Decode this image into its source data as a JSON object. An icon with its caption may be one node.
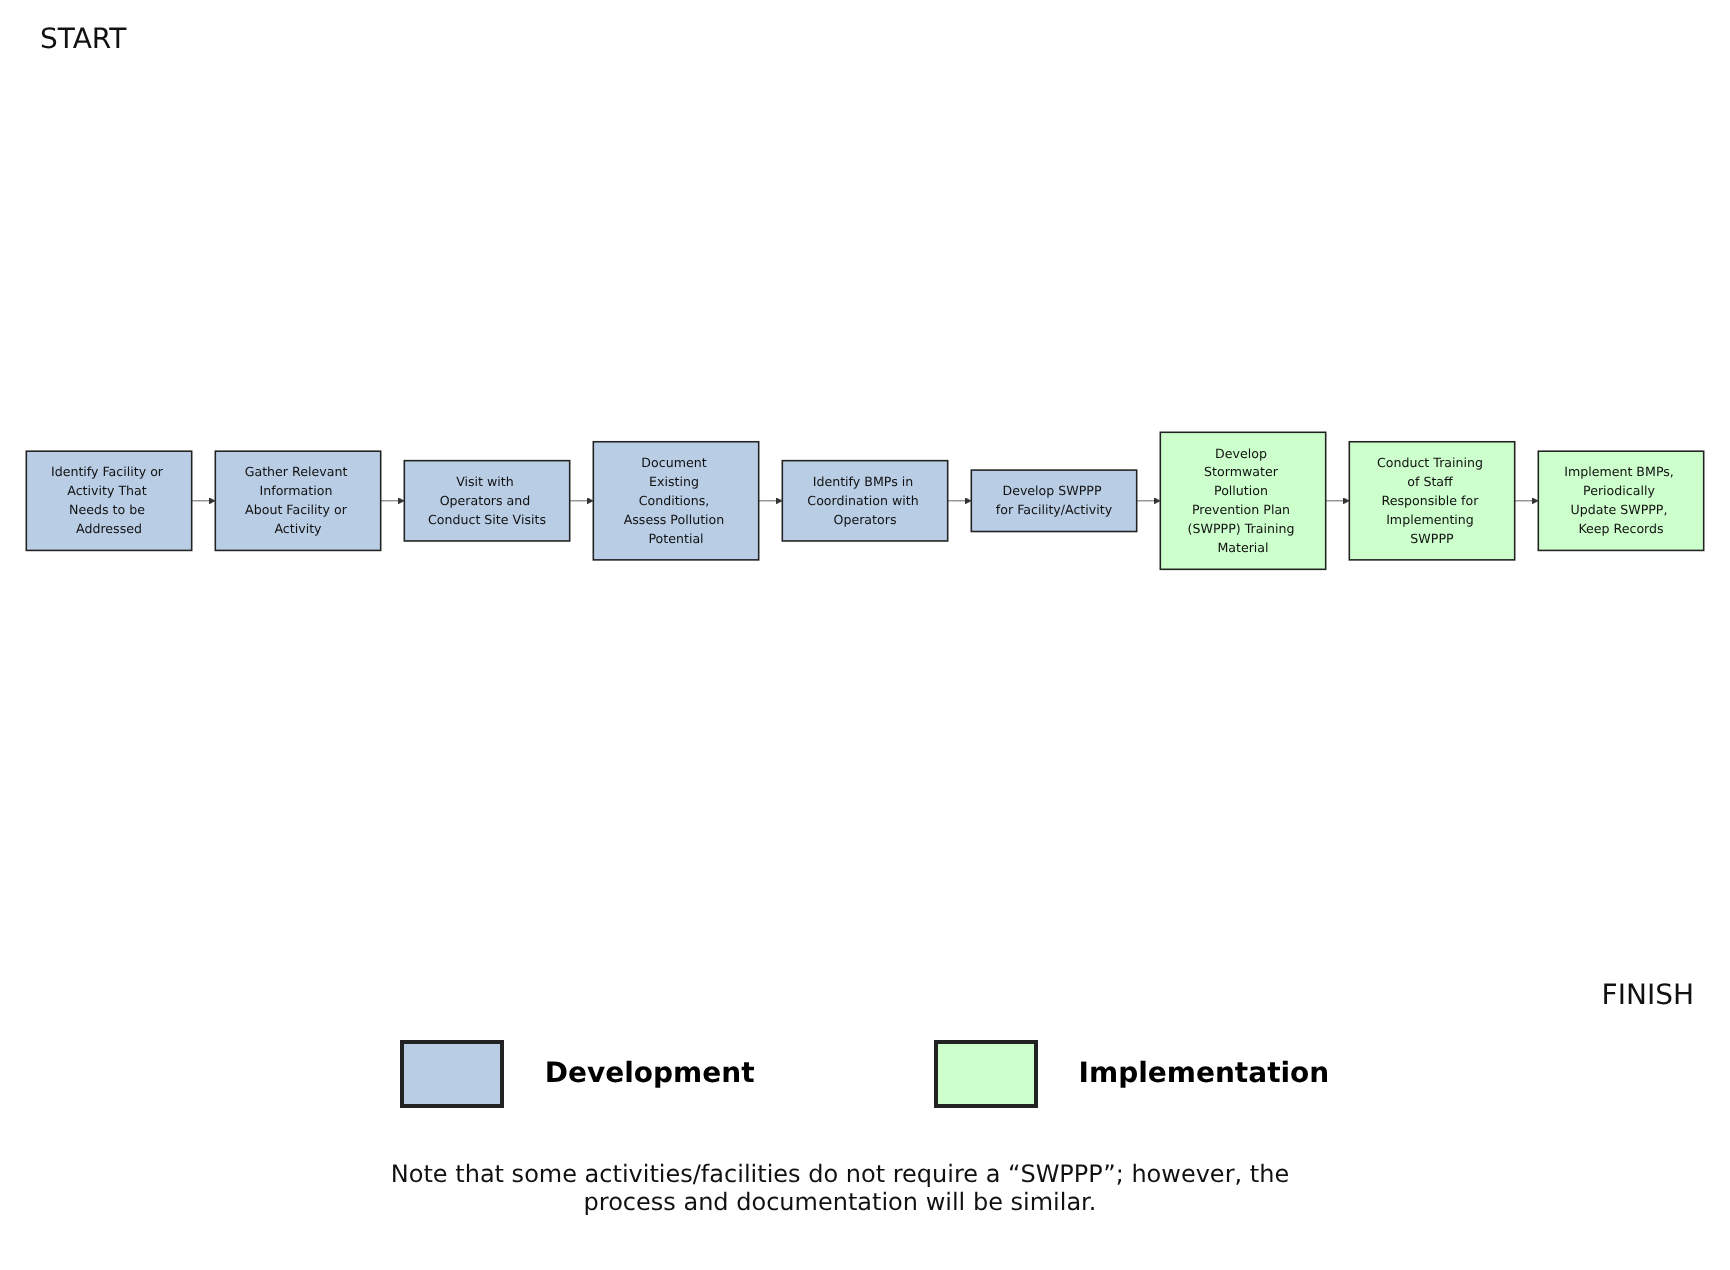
{
  "diagram": {
    "nodes": [
      {
        "text": [
          "Identify Facility or Activity That Needs to be Addressed"
        ]
      },
      {
        "text": [
          "Gather Relevant Information About Facility or Activity"
        ]
      },
      {
        "text": [
          "Visit with Operators and Conduct Site Visits"
        ]
      },
      {
        "text": [
          "Document Existing Conditions, Assess Pollution Potential"
        ]
      },
      {
        "text": [
          "Identify BMPs in Coordination with Operators"
        ]
      },
      {
        "text": [
          "Develop SWPPP for Facility/Activity"
        ]
      },
      {
        "text": [
          "Develop Stormwater Pollution Prevention Plan (SWPPP) Training Material"
        ]
      },
      {
        "text": [
          "Conduct Training of Staff Responsible for Implementing SWPPP"
        ]
      },
      {
        "text": [
          "Implement BMPs, Periodically Update SWPPP, Keep Records"
        ]
      }
    ],
    "edges": [
      {
        "from": 0,
        "to": 1,
        "arrow": "to"
      },
      {
        "from": 1,
        "to": 2,
        "arrow": "to"
      },
      {
        "from": 2,
        "to": 3,
        "arrow": "to"
      },
      {
        "from": 3,
        "to": 4,
        "arrow": "to"
      },
      {
        "from": 4,
        "to": 5,
        "arrow": "to"
      },
      {
        "from": 5,
        "to": 6,
        "arrow": "to"
      },
      {
        "from": 6,
        "to": 7,
        "arrow": "to"
      },
      {
        "from": 7,
        "to": 8,
        "arrow": "to"
      }
    ],
    "labels": [
      "START",
      "FINISH",
      "Note that some activities/facilities do not require a “SWPPP”; however, the process and documentation will be similar."
    ],
    "legend": [
      {
        "text": "Development",
        "color": "#b9cde5"
      },
      {
        "text": "Implementation",
        "color": "#ccffcc"
      }
    ]
  }
}
